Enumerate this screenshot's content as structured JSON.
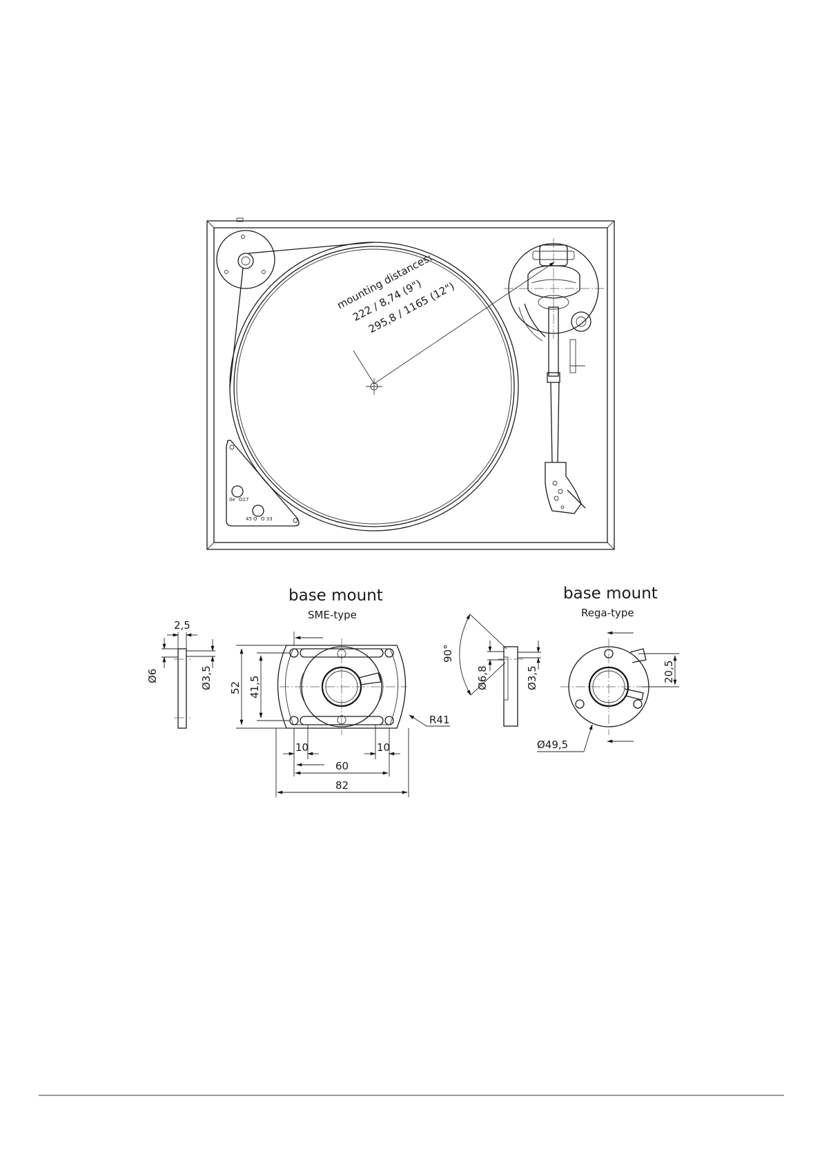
{
  "turntable": {
    "mounting_title": "mounting distances:",
    "mounting_line1": "222 / 8,74 (9\")",
    "mounting_line2": "295,8 / 1165 (12\")",
    "speed_upper_left": "0e",
    "speed_upper_right": "O17",
    "speed_lower_left": "45 O",
    "speed_lower_right": "O 33"
  },
  "sme": {
    "title": "base mount",
    "subtitle": "SME-type",
    "dims": {
      "thickness": "2,5",
      "hole_dia": "Ø6",
      "screw_dia": "Ø3,5",
      "height_outer": "52",
      "height_inner": "41,5",
      "offset_left": "10",
      "offset_right": "10",
      "span_inner": "60",
      "span_outer": "82",
      "radius": "R41"
    }
  },
  "rega": {
    "title": "base mount",
    "subtitle": "Rega-type",
    "dims": {
      "angle": "90°",
      "hole_dia": "Ø6,8",
      "screw_dia": "Ø3,5",
      "height": "20,5",
      "outer_dia": "Ø49,5"
    }
  }
}
